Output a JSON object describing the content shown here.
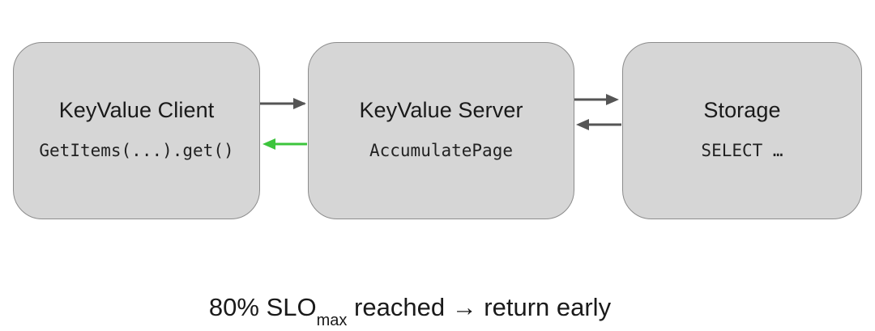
{
  "nodes": {
    "client": {
      "title": "KeyValue Client",
      "code": "GetItems(...).get()"
    },
    "server": {
      "title": "KeyValue Server",
      "code": "AccumulatePage"
    },
    "storage": {
      "title": "Storage",
      "code": "SELECT …"
    }
  },
  "edges": [
    {
      "from": "KeyValue Client",
      "to": "KeyValue Server",
      "color": "#555555"
    },
    {
      "from": "KeyValue Server",
      "to": "KeyValue Client",
      "color": "#3cc43c"
    },
    {
      "from": "KeyValue Server",
      "to": "Storage",
      "color": "#555555"
    },
    {
      "from": "Storage",
      "to": "KeyValue Server",
      "color": "#555555"
    }
  ],
  "caption": {
    "prefix": "80% SLO",
    "subscript": "max",
    "suffix": " reached → return early"
  },
  "colors": {
    "node_fill": "#d6d6d6",
    "node_border": "#8c8c8c",
    "arrow": "#555555",
    "return_arrow": "#3cc43c"
  }
}
